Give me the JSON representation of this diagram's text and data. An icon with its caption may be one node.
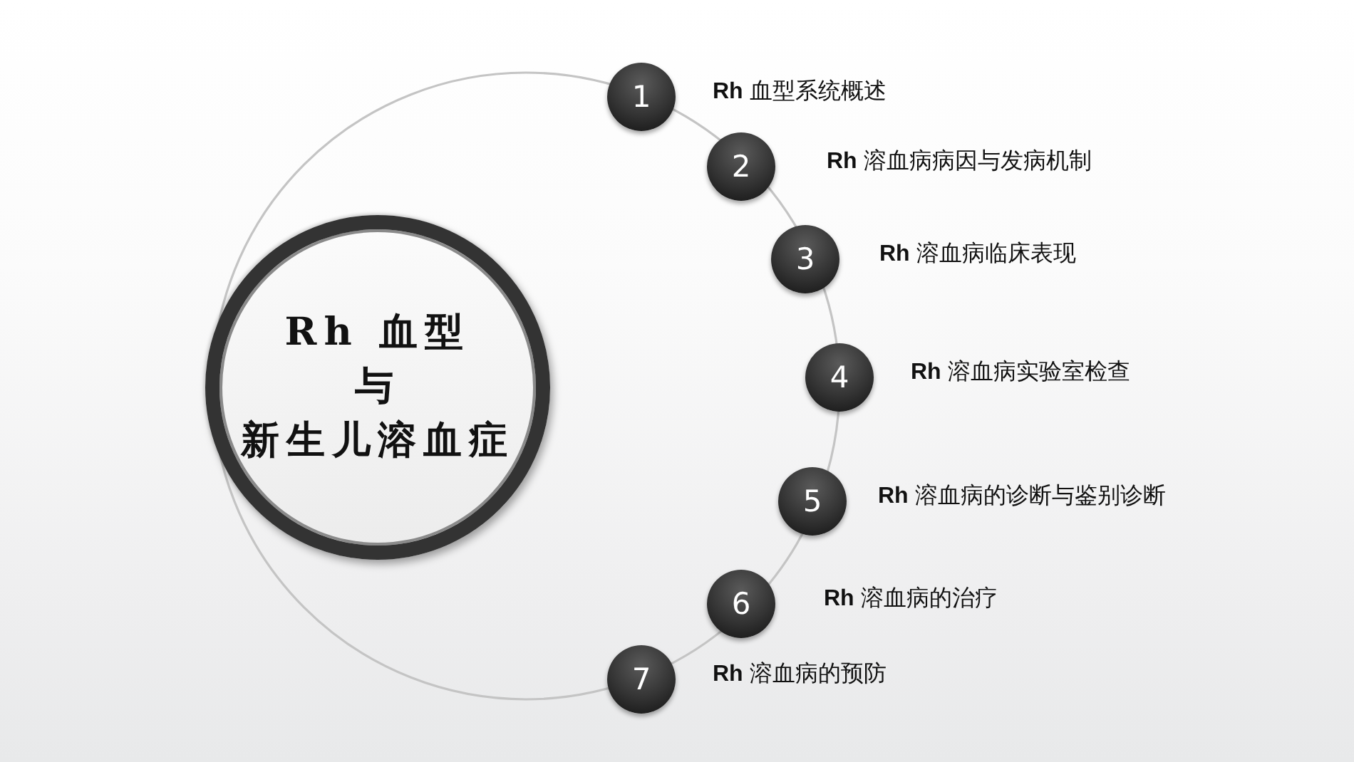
{
  "diagram": {
    "nodes": [
      {
        "text": [
          "Rh 血型",
          "与",
          "新生儿溶血症"
        ]
      },
      {
        "text": [
          "1"
        ],
        "beside": [
          "**Rh** 血型系统概述"
        ]
      },
      {
        "text": [
          "2"
        ],
        "beside": [
          "**Rh** 溶血病病因与发病机制"
        ]
      },
      {
        "text": [
          "3"
        ],
        "beside": [
          "**Rh** 溶血病临床表现"
        ]
      },
      {
        "text": [
          "4"
        ],
        "beside": [
          "**Rh** 溶血病实验室检查"
        ]
      },
      {
        "text": [
          "5"
        ],
        "beside": [
          "**Rh** 溶血病的诊断与鉴别诊断"
        ]
      },
      {
        "text": [
          "6"
        ],
        "beside": [
          "**Rh** 溶血病的治疗"
        ]
      },
      {
        "text": [
          "7"
        ],
        "beside": [
          "**Rh** 溶血病的预防"
        ]
      }
    ]
  }
}
